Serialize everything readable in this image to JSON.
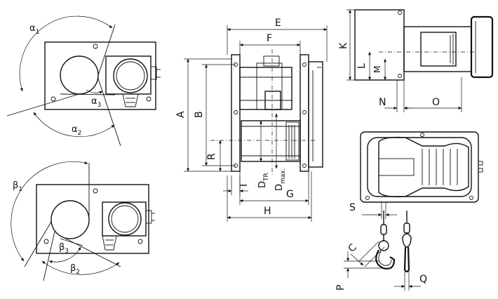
{
  "labels": {
    "alpha1": "α",
    "alpha1_sub": "1",
    "alpha2": "α",
    "alpha2_sub": "2",
    "alpha3": "α",
    "alpha3_sub": "3",
    "beta1": "β",
    "beta1_sub": "1",
    "beta2": "β",
    "beta2_sub": "2",
    "beta3": "β",
    "beta3_sub": "3",
    "E": "E",
    "F": "F",
    "A": "A",
    "B": "B",
    "R": "R",
    "I": "I",
    "D_tr": "D",
    "D_tr_sub": "TR",
    "D_max": "D",
    "D_max_sub": "max.",
    "G": "G",
    "H": "H",
    "K": "K",
    "L": "L",
    "M": "M",
    "N": "N",
    "O": "O",
    "S": "S",
    "C": "C",
    "P": "P",
    "Q": "Q"
  }
}
